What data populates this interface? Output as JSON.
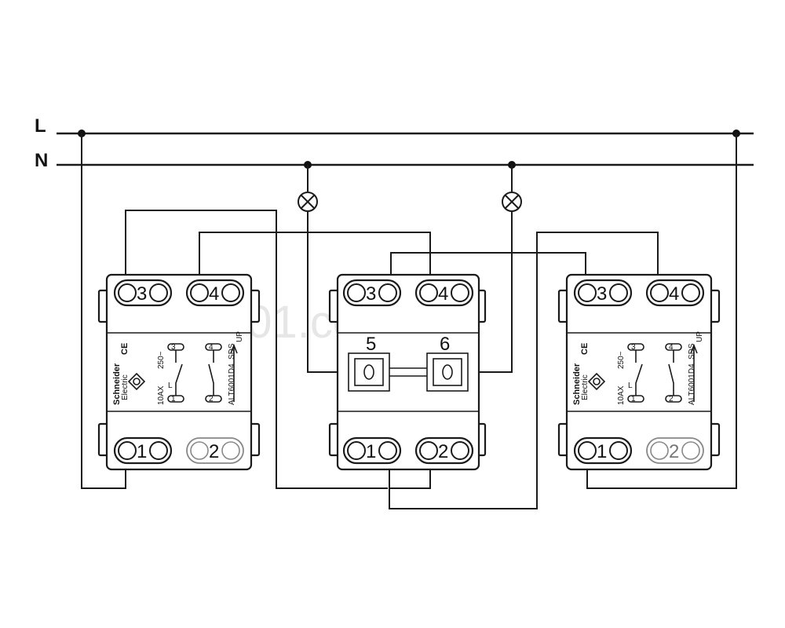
{
  "rails": {
    "line": "L",
    "neutral": "N"
  },
  "watermark": "001.com.ua",
  "switch_left": {
    "terminals": [
      "3",
      "4",
      "1",
      "2"
    ],
    "brand": "Schneider",
    "brand_sub": "Electric",
    "ce": "CE",
    "rating": "10AX",
    "voltage": "250~",
    "model": "ALT6001D4",
    "ip": "SDS",
    "up": "UP",
    "contact_labels": [
      "3",
      "4",
      "L",
      "1",
      "2"
    ]
  },
  "switch_middle": {
    "terminals": [
      "3",
      "4",
      "1",
      "2"
    ],
    "keys": [
      "5",
      "6"
    ]
  },
  "switch_right": {
    "terminals": [
      "3",
      "4",
      "1",
      "2"
    ],
    "brand": "Schneider",
    "brand_sub": "Electric",
    "ce": "CE",
    "rating": "10AX",
    "voltage": "250~",
    "model": "ALT6001D4",
    "ip": "SDS",
    "up": "UP",
    "contact_labels": [
      "3",
      "4",
      "L",
      "1",
      "2"
    ]
  },
  "icons": {
    "lamp_1": "lamp-icon",
    "lamp_2": "lamp-icon",
    "cert": "certification-mark-icon"
  }
}
